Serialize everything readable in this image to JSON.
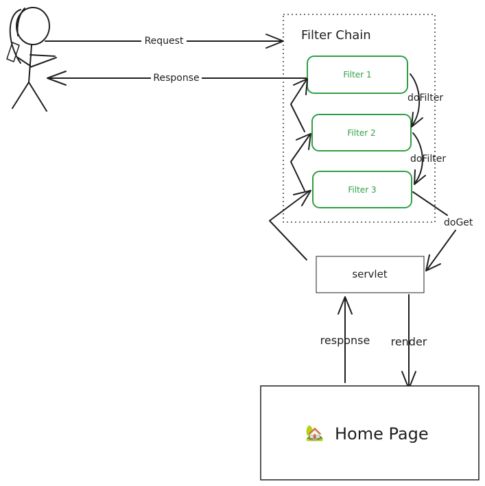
{
  "diagram": {
    "container_label": "Filter Chain",
    "filters": [
      "Filter 1",
      "Filter 2",
      "Filter 3"
    ],
    "servlet_label": "servlet",
    "home_page": {
      "icon": "🏡",
      "icon_name": "house-with-garden-icon",
      "label": "Home Page"
    },
    "edge_labels": {
      "request": "Request",
      "response": "Response",
      "do_filter_1": "doFilter",
      "do_filter_2": "doFilter",
      "do_get": "doGet",
      "servlet_response": "response",
      "render": "render"
    },
    "colors": {
      "stroke": "#1e1e1e",
      "filter_green": "#2f9e44"
    }
  }
}
